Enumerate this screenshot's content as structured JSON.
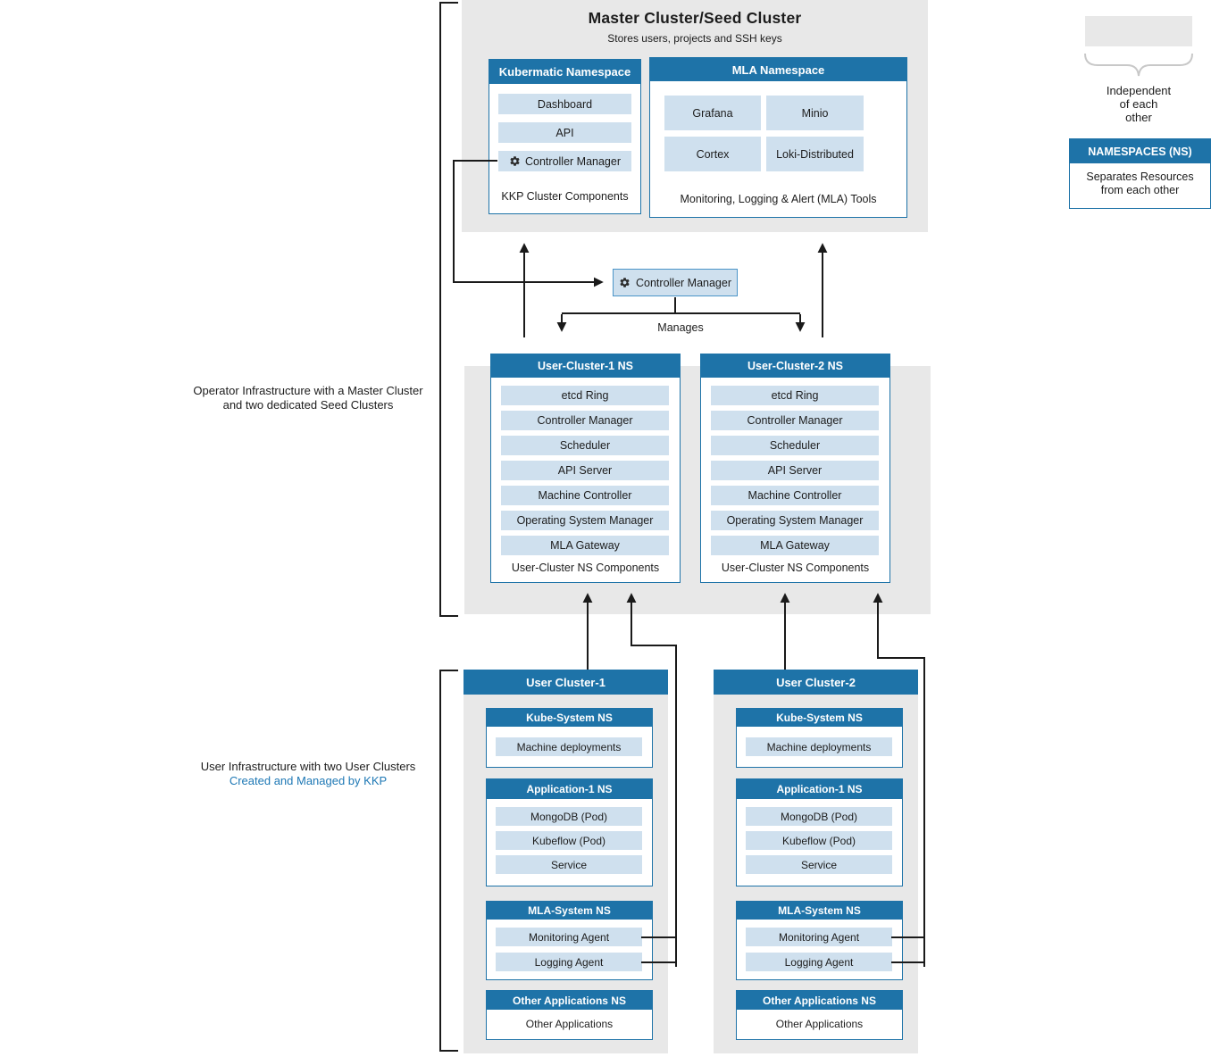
{
  "colors": {
    "header_blue": "#1e73a8",
    "cell_blue": "#cfe0ee",
    "panel_gray": "#e8e8e8",
    "line_black": "#1a1a1a",
    "accent_text_blue": "#1e78b5",
    "brace_gray": "#c8c8c8"
  },
  "icons": {
    "controller_manager": "gear-icon"
  },
  "master": {
    "title": "Master Cluster/Seed Cluster",
    "subtitle": "Stores users, projects and SSH keys",
    "kubermatic": {
      "header": "Kubermatic Namespace",
      "items": [
        "Dashboard",
        "API",
        "Controller Manager"
      ],
      "footer": "KKP Cluster Components"
    },
    "mla": {
      "header": "MLA Namespace",
      "items": [
        "Grafana",
        "Minio",
        "Cortex",
        "Loki-Distributed"
      ],
      "footer": "Monitoring, Logging & Alert (MLA) Tools"
    }
  },
  "legend": {
    "independent": [
      "Independent",
      "of each",
      "other"
    ],
    "namespaces": {
      "header": "NAMESPACES (NS)",
      "body": [
        "Separates Resources",
        "from each other"
      ]
    }
  },
  "middle": {
    "controller_manager": "Controller Manager",
    "manages": "Manages"
  },
  "seed": {
    "label": [
      "Operator Infrastructure with a Master Cluster",
      "and two dedicated Seed Clusters"
    ],
    "cluster1_header": "User-Cluster-1 NS",
    "cluster2_header": "User-Cluster-2 NS",
    "components": [
      "etcd Ring",
      "Controller Manager",
      "Scheduler",
      "API Server",
      "Machine Controller",
      "Operating System Manager",
      "MLA Gateway"
    ],
    "footer": "User-Cluster NS Components"
  },
  "user": {
    "label": [
      "User Infrastructure with two User Clusters",
      "Created and Managed by KKP"
    ],
    "cluster1_header": "User Cluster-1",
    "cluster2_header": "User Cluster-2",
    "kube_system": {
      "header": "Kube-System NS",
      "items": [
        "Machine deployments"
      ]
    },
    "application": {
      "header": "Application-1 NS",
      "items": [
        "MongoDB (Pod)",
        "Kubeflow (Pod)",
        "Service"
      ]
    },
    "mla_system": {
      "header": "MLA-System NS",
      "items": [
        "Monitoring Agent",
        "Logging Agent"
      ]
    },
    "other": {
      "header": "Other Applications NS",
      "items": [
        "Other Applications"
      ]
    }
  }
}
